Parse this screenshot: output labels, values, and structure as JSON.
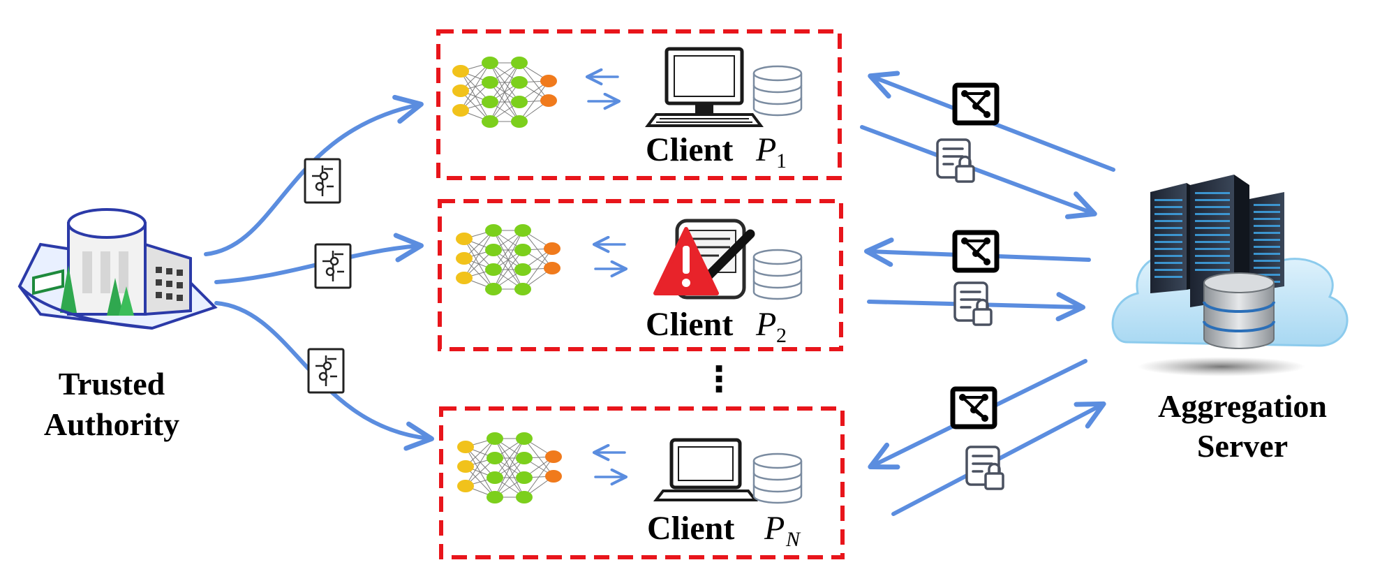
{
  "colors": {
    "arrow": "#5b8ddf",
    "client_box_border": "#e8151b",
    "input_node": "#f1c21b",
    "hidden_node": "#7ccf1c",
    "output_node": "#f07a1c",
    "warning": "#e8232a",
    "cloud": "#bfe3f7"
  },
  "trusted_authority": {
    "line1": "Trusted",
    "line2": "Authority",
    "icon": "office-building-icon"
  },
  "aggregation_server": {
    "line1": "Aggregation",
    "line2": "Server",
    "icon": "cloud-server-icon"
  },
  "clients": [
    {
      "word": "Client",
      "symbol": "P",
      "subscript": "1",
      "device": "desktop-computer-icon",
      "malicious": false
    },
    {
      "word": "Client",
      "symbol": "P",
      "subscript": "2",
      "device": "tampered-document-icon",
      "malicious": true
    },
    {
      "word": "Client",
      "symbol": "P",
      "subscript": "N",
      "device": "laptop-icon",
      "malicious": false
    }
  ],
  "ellipsis": "⋮",
  "icons": {
    "key_config": "sliders-config-icon",
    "global_model": "model-graph-icon",
    "encrypted_update": "locked-document-icon",
    "database": "database-icon",
    "neural_network": "neural-network-icon"
  }
}
